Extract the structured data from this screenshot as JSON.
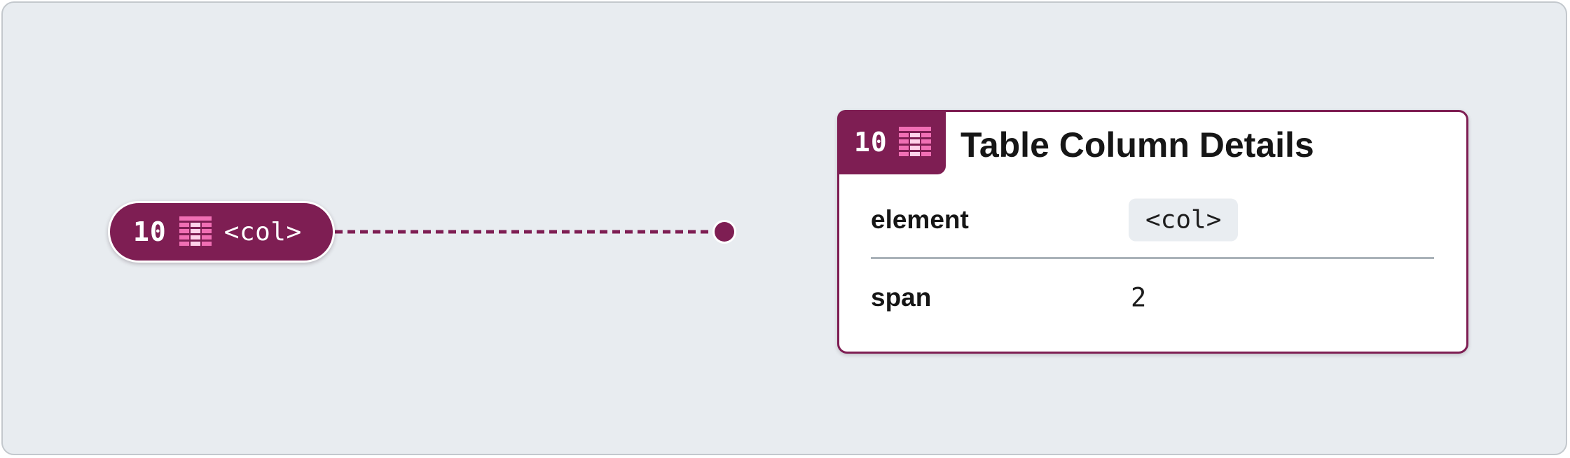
{
  "node": {
    "number": "10",
    "icon": "table-icon",
    "tag": "<col>"
  },
  "card": {
    "number": "10",
    "icon": "table-icon",
    "title": "Table Column Details",
    "rows": [
      {
        "key": "element",
        "value": "<col>"
      },
      {
        "key": "span",
        "value": "2"
      }
    ]
  },
  "colors": {
    "accent": "#7e1e53",
    "icon_pink": "#f06fb4",
    "background": "#e8ecf0",
    "divider": "#a9b2b8"
  }
}
